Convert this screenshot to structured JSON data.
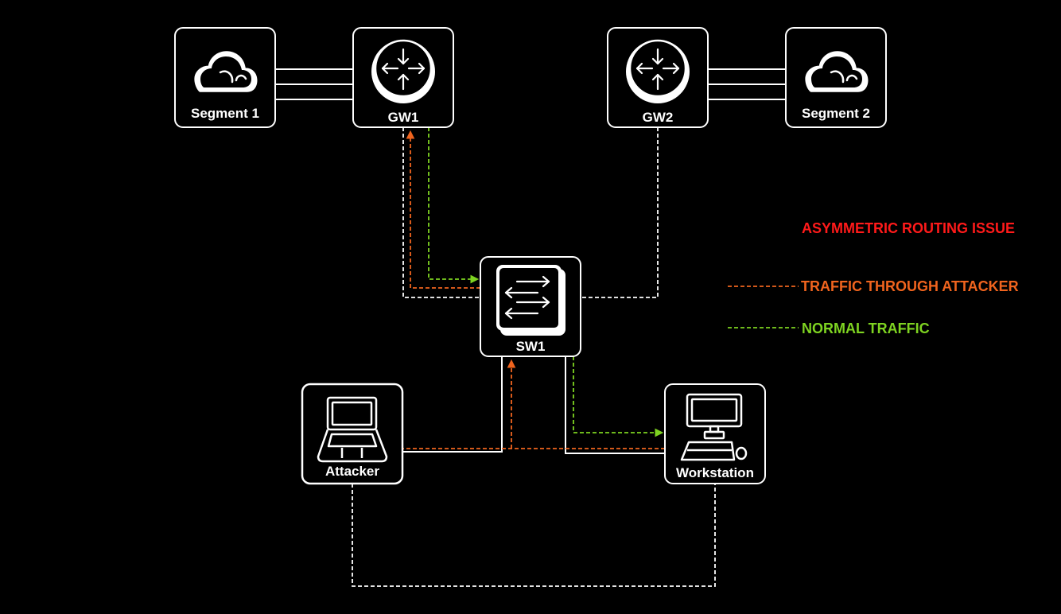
{
  "colors": {
    "background": "#000000",
    "stroke": "#ffffff",
    "attacker_traffic": "#f0641e",
    "normal_traffic": "#7ed321",
    "title": "#ff1a1a"
  },
  "nodes": {
    "segment1": {
      "label": "Segment 1",
      "icon": "cloud-icon"
    },
    "gw1": {
      "label": "GW1",
      "icon": "router-icon"
    },
    "gw2": {
      "label": "GW2",
      "icon": "router-icon"
    },
    "segment2": {
      "label": "Segment 2",
      "icon": "cloud-icon"
    },
    "sw1": {
      "label": "SW1",
      "icon": "switch-icon"
    },
    "attacker": {
      "label": "Attacker",
      "icon": "laptop-icon"
    },
    "workstation": {
      "label": "Workstation",
      "icon": "desktop-computer-icon"
    }
  },
  "legend": {
    "title": "ASYMMETRIC ROUTING ISSUE",
    "items": [
      {
        "label": "TRAFFIC THROUGH ATTACKER",
        "style": "dashed",
        "color": "#f0641e"
      },
      {
        "label": "NORMAL TRAFFIC",
        "style": "dashed",
        "color": "#7ed321"
      }
    ]
  }
}
